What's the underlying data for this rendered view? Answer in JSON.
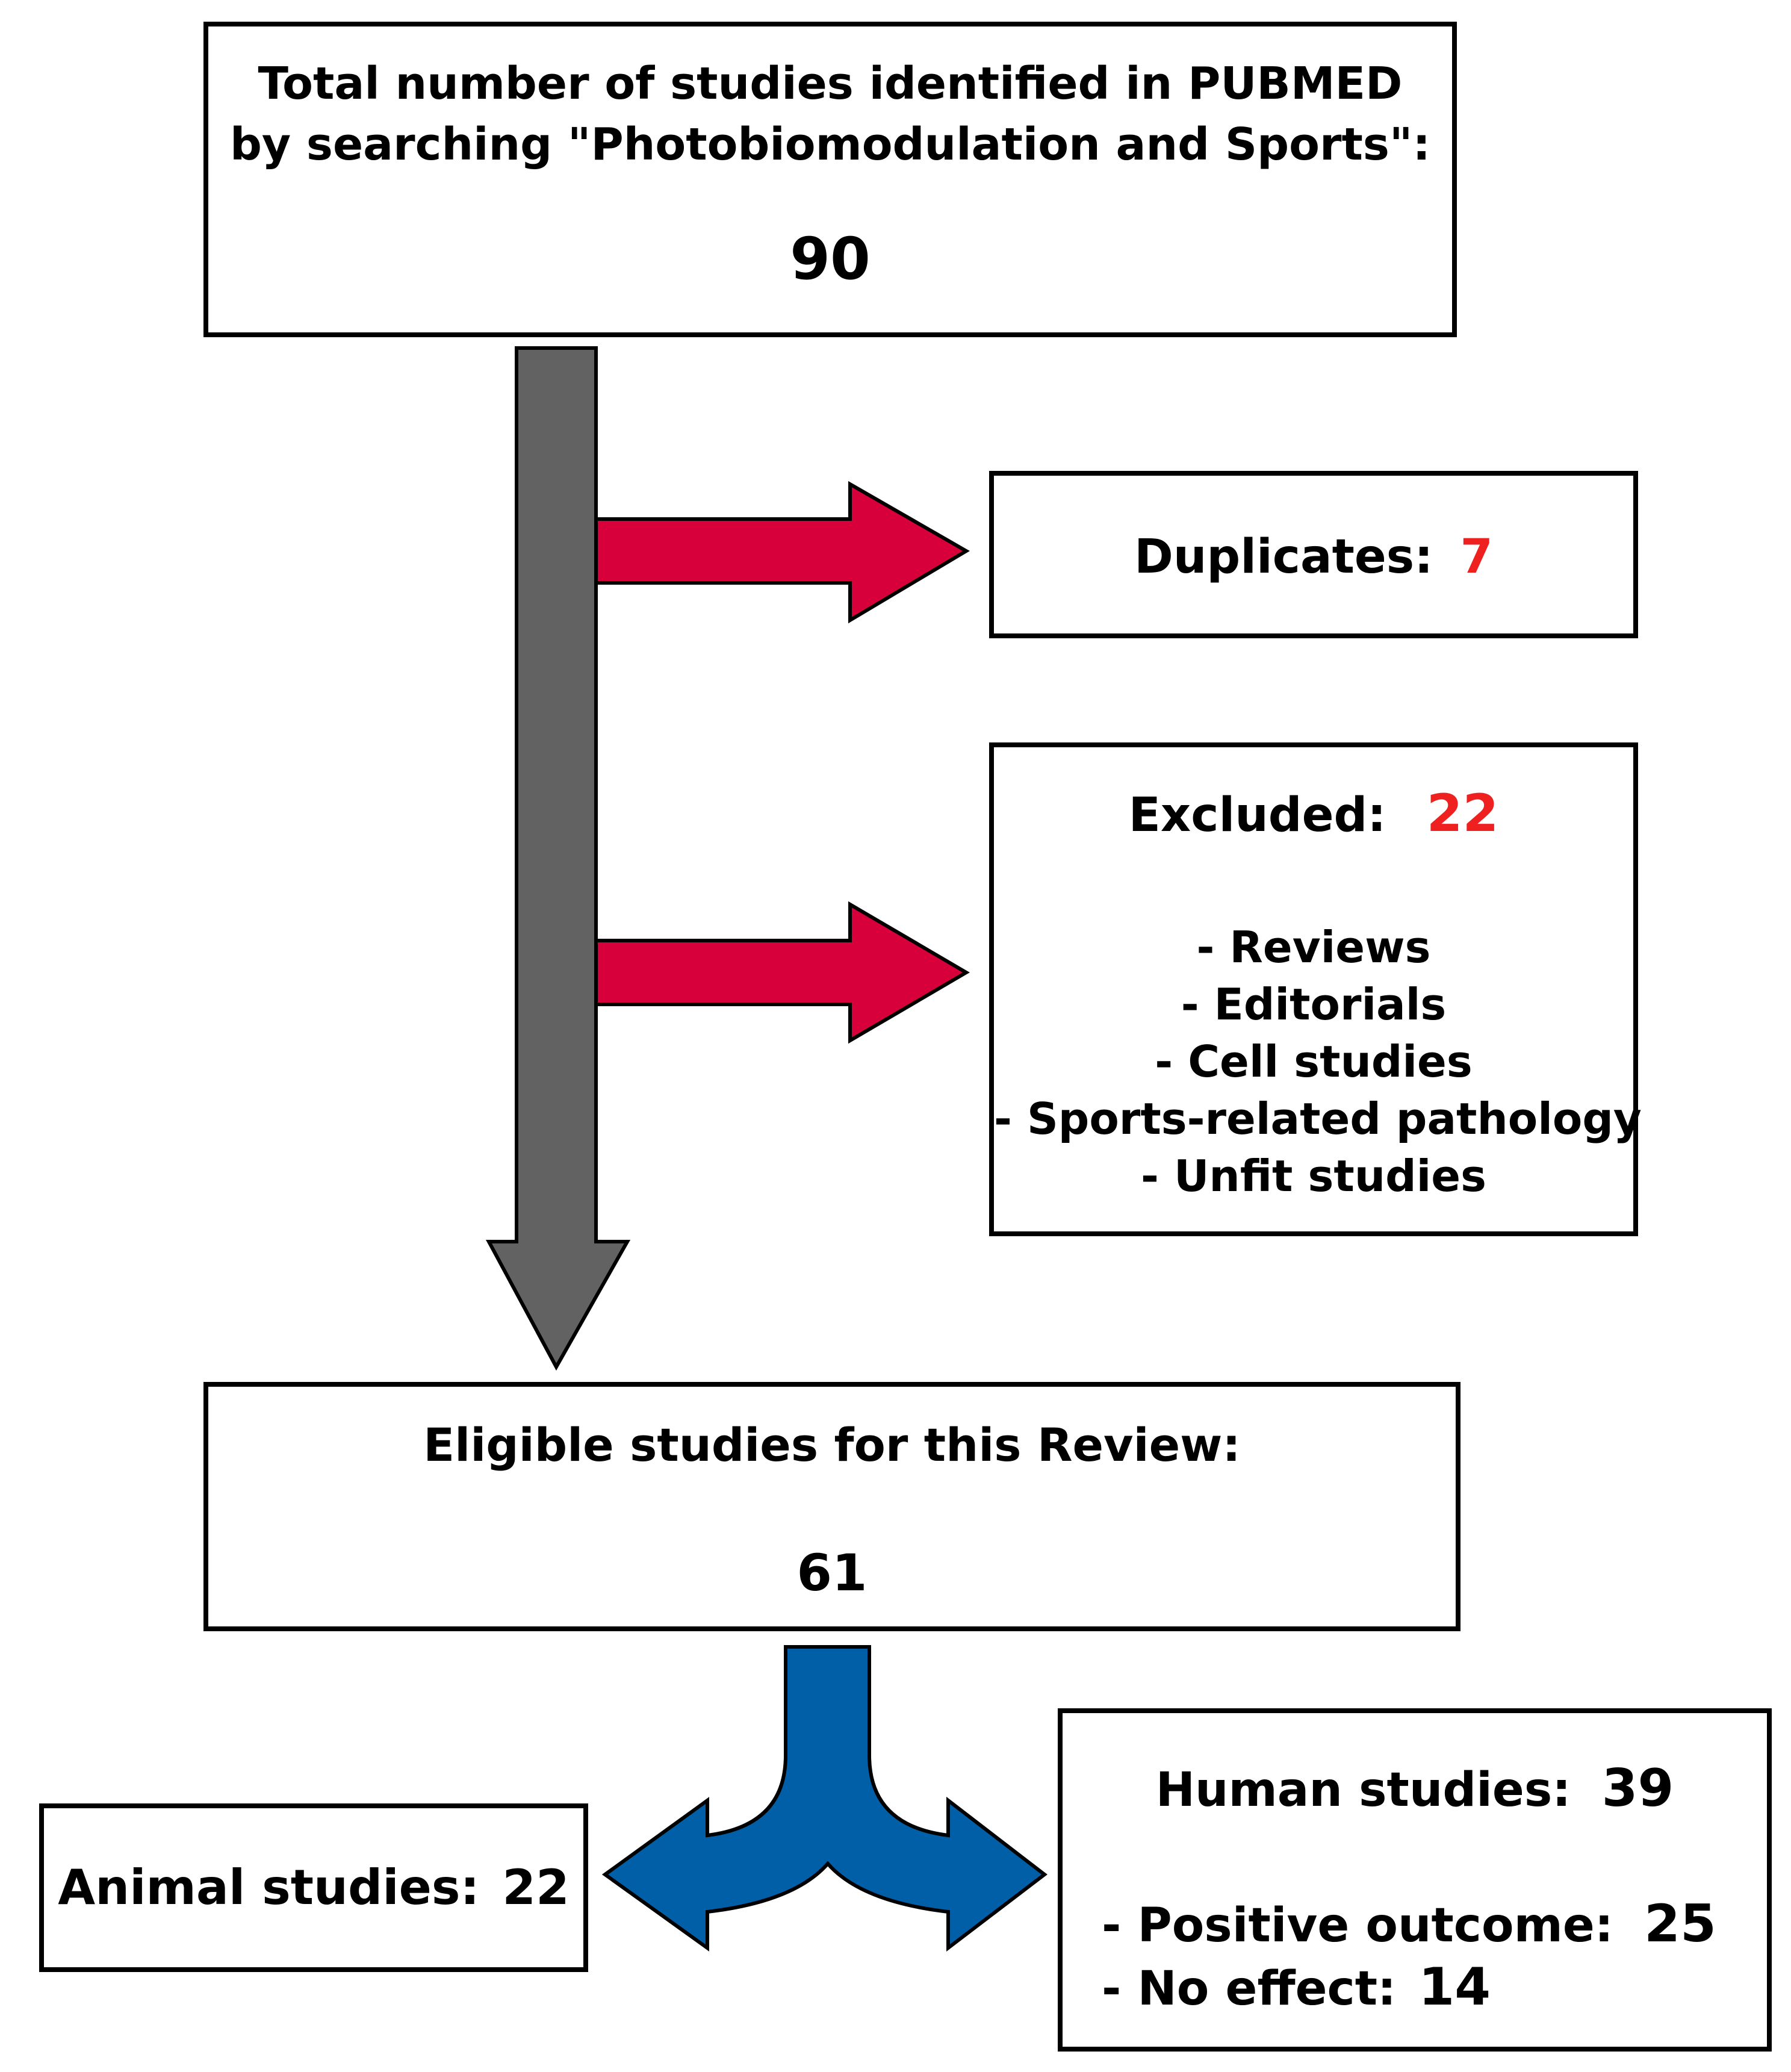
{
  "top": {
    "line1": "Total number of studies identified in PUBMED",
    "line2": "by searching \"Photobiomodulation and Sports\":",
    "count": "90"
  },
  "duplicates": {
    "label": "Duplicates:",
    "count": "7"
  },
  "excluded": {
    "label": "Excluded:",
    "count": "22",
    "items": [
      "- Reviews",
      "- Editorials",
      "- Cell studies",
      "- Sports-related pathology",
      "- Unfit studies"
    ]
  },
  "eligible": {
    "label": "Eligible studies for this Review:",
    "count": "61"
  },
  "animal": {
    "label": "Animal studies:",
    "count": "22"
  },
  "human": {
    "label": "Human studies:",
    "count": "39",
    "outcomes": [
      {
        "label": "- Positive outcome:",
        "count": "25"
      },
      {
        "label": "- No effect:",
        "count": "14"
      }
    ]
  },
  "colors": {
    "main_arrow": "#626262",
    "exclusion_arrow": "#d7003a",
    "split_arrow": "#005fa6",
    "highlight_number": "#ee2020"
  },
  "icons": [
    "down-arrow-icon",
    "right-arrow-icon",
    "split-arrow-icon"
  ]
}
